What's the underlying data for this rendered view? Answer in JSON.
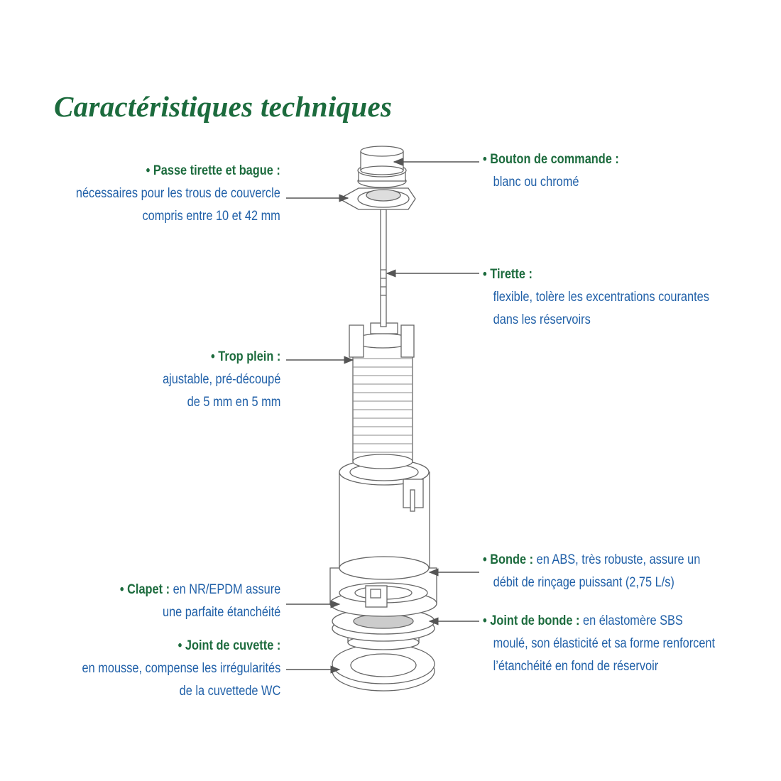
{
  "title": "Caractéristiques techniques",
  "colors": {
    "heading": "#1c6b3d",
    "text": "#2060a8",
    "drawing": "#555555"
  },
  "labels": {
    "passe": {
      "heading": "• Passe tirette et bague :",
      "lines": [
        "nécessaires pour les trous de couvercle",
        "compris entre 10 et 42 mm"
      ]
    },
    "bouton": {
      "heading": "• Bouton de commande :",
      "lines": [
        "blanc ou chromé"
      ]
    },
    "tirette": {
      "heading": "• Tirette :",
      "lines": [
        "flexible, tolère les excentrations courantes",
        "dans les réservoirs"
      ]
    },
    "trop": {
      "heading": "• Trop plein :",
      "lines": [
        "ajustable, pré-découpé",
        "de 5 mm en 5 mm"
      ]
    },
    "bonde": {
      "heading": "• Bonde :",
      "inline": " en ABS, très robuste, assure un",
      "lines": [
        "débit de rinçage puissant (2,75 L/s)"
      ]
    },
    "clapet": {
      "heading": "• Clapet :",
      "inline": " en NR/EPDM assure",
      "lines": [
        "une parfaite étanchéité"
      ]
    },
    "joint_bonde": {
      "heading": "• Joint de bonde :",
      "inline": " en élastomère SBS",
      "lines": [
        "moulé, son élasticité et sa forme renforcent",
        "l’étanchéité en fond de réservoir"
      ]
    },
    "joint_cuvette": {
      "heading": "• Joint de cuvette :",
      "lines": [
        "en mousse, compense les irrégularités",
        "de la cuvettede WC"
      ]
    }
  }
}
